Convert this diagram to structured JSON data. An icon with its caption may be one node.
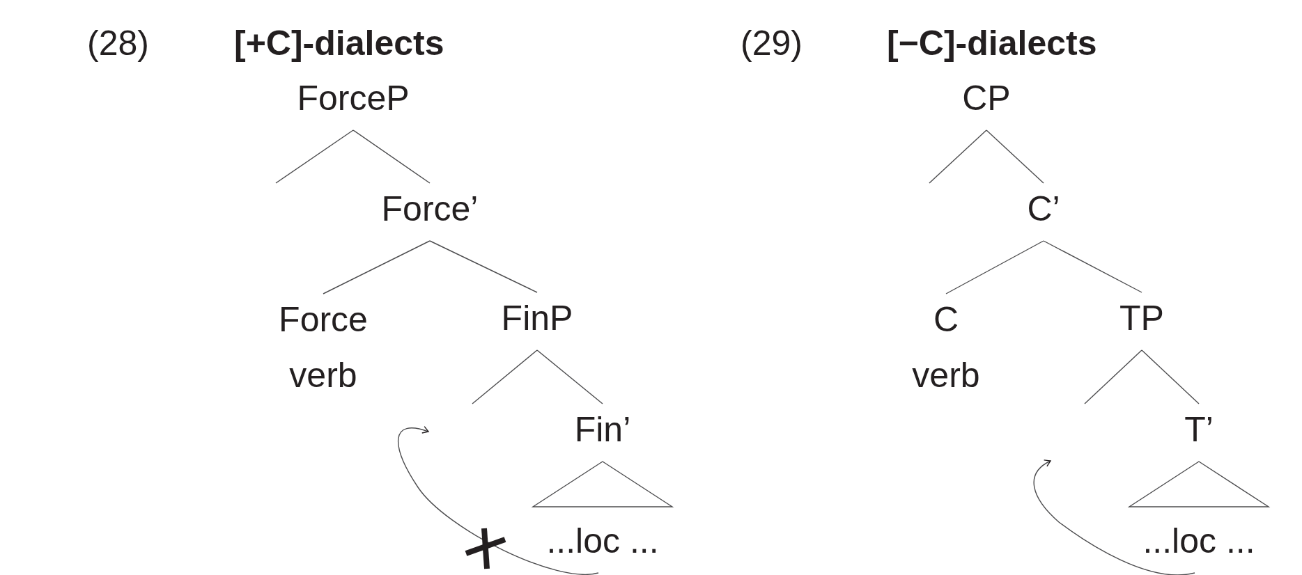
{
  "diagram": {
    "nodes": [
      {
        "text": [
          "ForceP"
        ]
      },
      {
        "text": [
          "Force’"
        ]
      },
      {
        "text": [
          "Force",
          "verb"
        ]
      },
      {
        "text": [
          "FinP"
        ]
      },
      {
        "text": [
          "Fin’"
        ]
      },
      {
        "text": [
          "...loc ..."
        ]
      },
      {
        "text": [
          "CP"
        ]
      },
      {
        "text": [
          "C’"
        ]
      },
      {
        "text": [
          "C",
          "verb"
        ]
      },
      {
        "text": [
          "TP"
        ]
      },
      {
        "text": [
          "T’"
        ]
      },
      {
        "text": [
          "...loc ..."
        ]
      }
    ],
    "edges": [
      {
        "from": 0,
        "to": null,
        "arrow": "none"
      },
      {
        "from": 0,
        "to": 1,
        "arrow": "none"
      },
      {
        "from": 1,
        "to": 2,
        "arrow": "none"
      },
      {
        "from": 1,
        "to": 3,
        "arrow": "none"
      },
      {
        "from": 3,
        "to": null,
        "arrow": "none"
      },
      {
        "from": 3,
        "to": 4,
        "arrow": "none"
      },
      {
        "from": 4,
        "to": 5,
        "arrow": "none"
      },
      {
        "from": 5,
        "to": null,
        "arrow": "to"
      },
      {
        "from": 6,
        "to": null,
        "arrow": "none"
      },
      {
        "from": 6,
        "to": 7,
        "arrow": "none"
      },
      {
        "from": 7,
        "to": 8,
        "arrow": "none"
      },
      {
        "from": 7,
        "to": 9,
        "arrow": "none"
      },
      {
        "from": 9,
        "to": null,
        "arrow": "none"
      },
      {
        "from": 9,
        "to": 10,
        "arrow": "none"
      },
      {
        "from": 10,
        "to": 11,
        "arrow": "none"
      },
      {
        "from": 11,
        "to": null,
        "arrow": "to"
      }
    ],
    "labels": [
      "(28)",
      "[+C]-dialects",
      "(29)",
      "[−C]-dialects"
    ]
  }
}
